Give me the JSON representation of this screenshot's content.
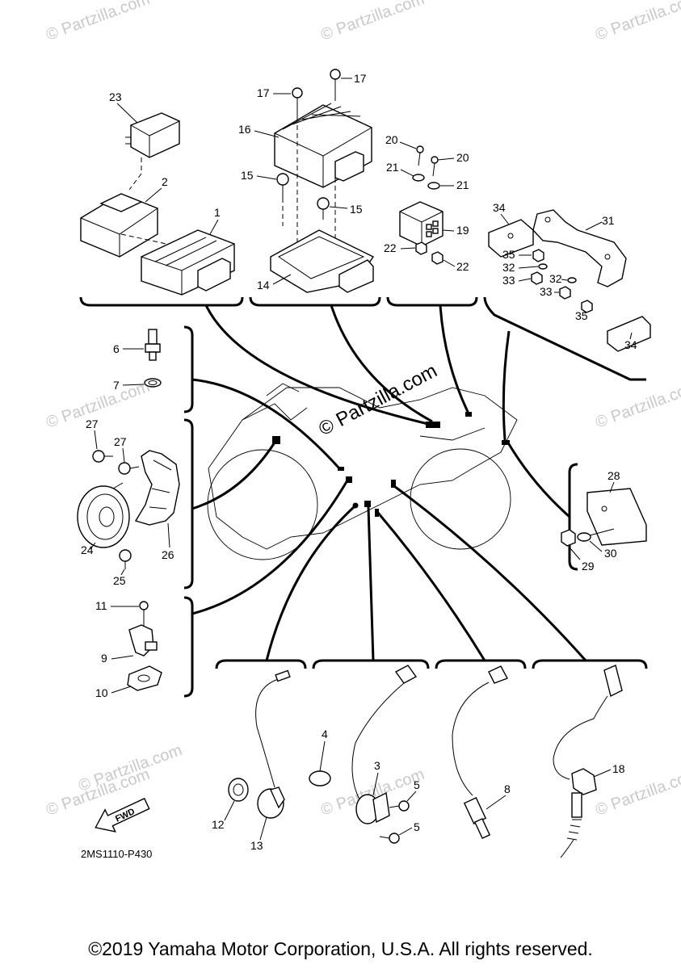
{
  "copyright": "©2019 Yamaha Motor Corporation, U.S.A. All rights reserved.",
  "diagram_code": "2MS1110-P430",
  "watermark": "© Partzilla.com",
  "fwd_label": "FWD",
  "callouts": {
    "c1": "1",
    "c2": "2",
    "c3": "3",
    "c4": "4",
    "c5a": "5",
    "c5b": "5",
    "c6": "6",
    "c7": "7",
    "c8": "8",
    "c9": "9",
    "c10": "10",
    "c11": "11",
    "c12": "12",
    "c13": "13",
    "c14": "14",
    "c15a": "15",
    "c15b": "15",
    "c16": "16",
    "c17a": "17",
    "c17b": "17",
    "c18": "18",
    "c19": "19",
    "c20a": "20",
    "c20b": "20",
    "c21a": "21",
    "c21b": "21",
    "c22a": "22",
    "c22b": "22",
    "c23": "23",
    "c24": "24",
    "c25": "25",
    "c26": "26",
    "c27a": "27",
    "c27b": "27",
    "c28": "28",
    "c29": "29",
    "c30": "30",
    "c31": "31",
    "c32a": "32",
    "c32b": "32",
    "c33a": "33",
    "c33b": "33",
    "c34a": "34",
    "c34b": "34",
    "c35a": "35",
    "c35b": "35"
  }
}
